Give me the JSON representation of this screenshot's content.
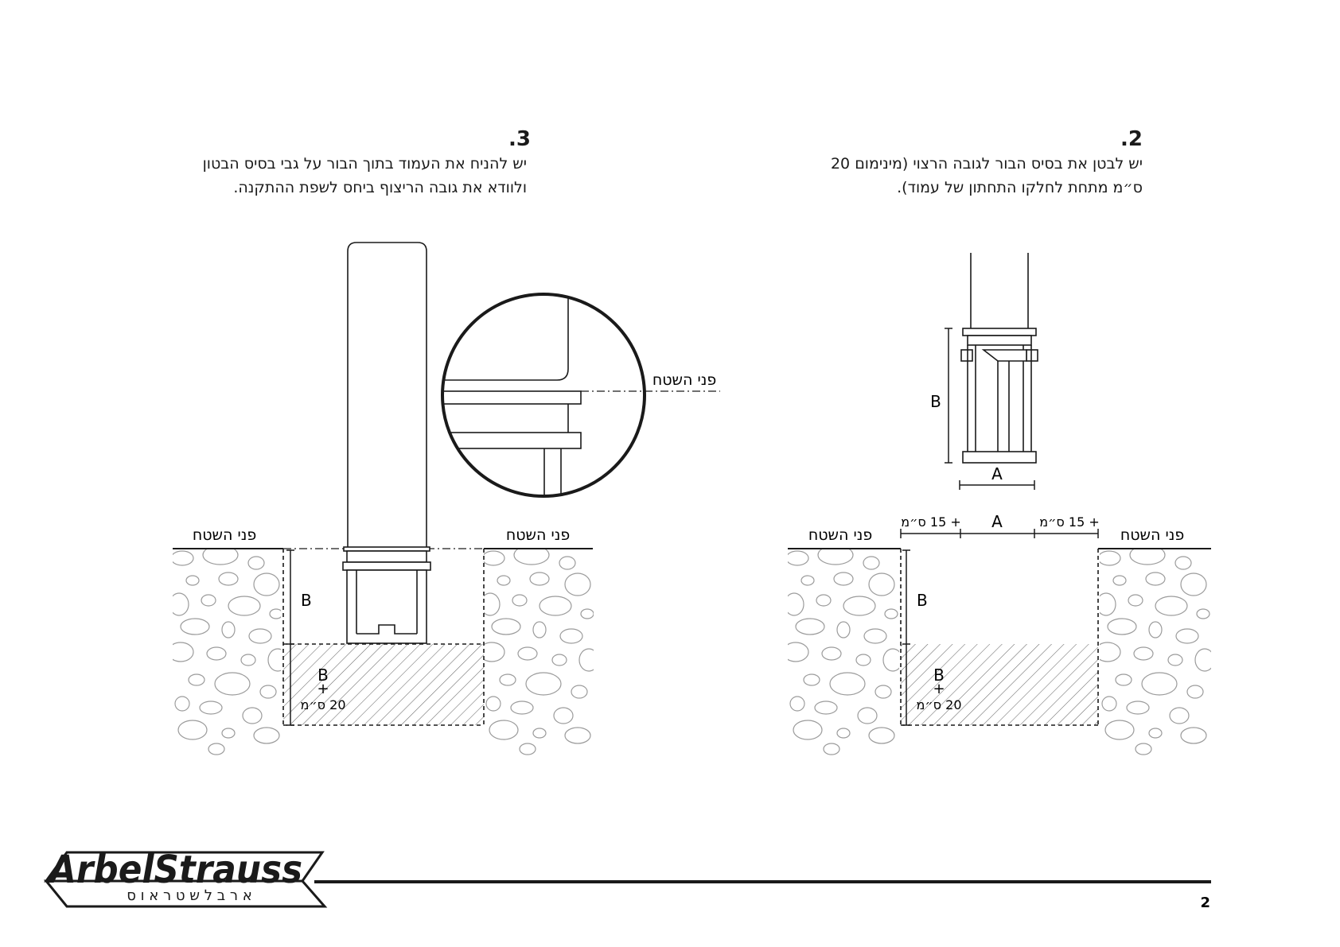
{
  "step2": {
    "number": ".2",
    "line1": "יש לבטן את בסיס הבור לגובה הרצוי (מינימום 20",
    "line2": "ס״מ מתחת לחלקו התחתון של עמוד)."
  },
  "step3": {
    "number": ".3",
    "line1": "יש להניח את העמוד בתוך הבור על גבי בסיס הבטון",
    "line2": "ולוודא את גובה הריצוף ביחס לשפת ההתקנה."
  },
  "labels": {
    "surface": "פני השטח",
    "dim_a": "A",
    "dim_b": "B",
    "plus_15": "+ 15 ס״מ",
    "plus": "+",
    "cm_20": "20 ס״מ"
  },
  "logo": {
    "latin": "ArbelStrauss",
    "hebrew": "א ר ב ל   ש ט ר א ו ס"
  },
  "footer": {
    "page_number": "2"
  }
}
